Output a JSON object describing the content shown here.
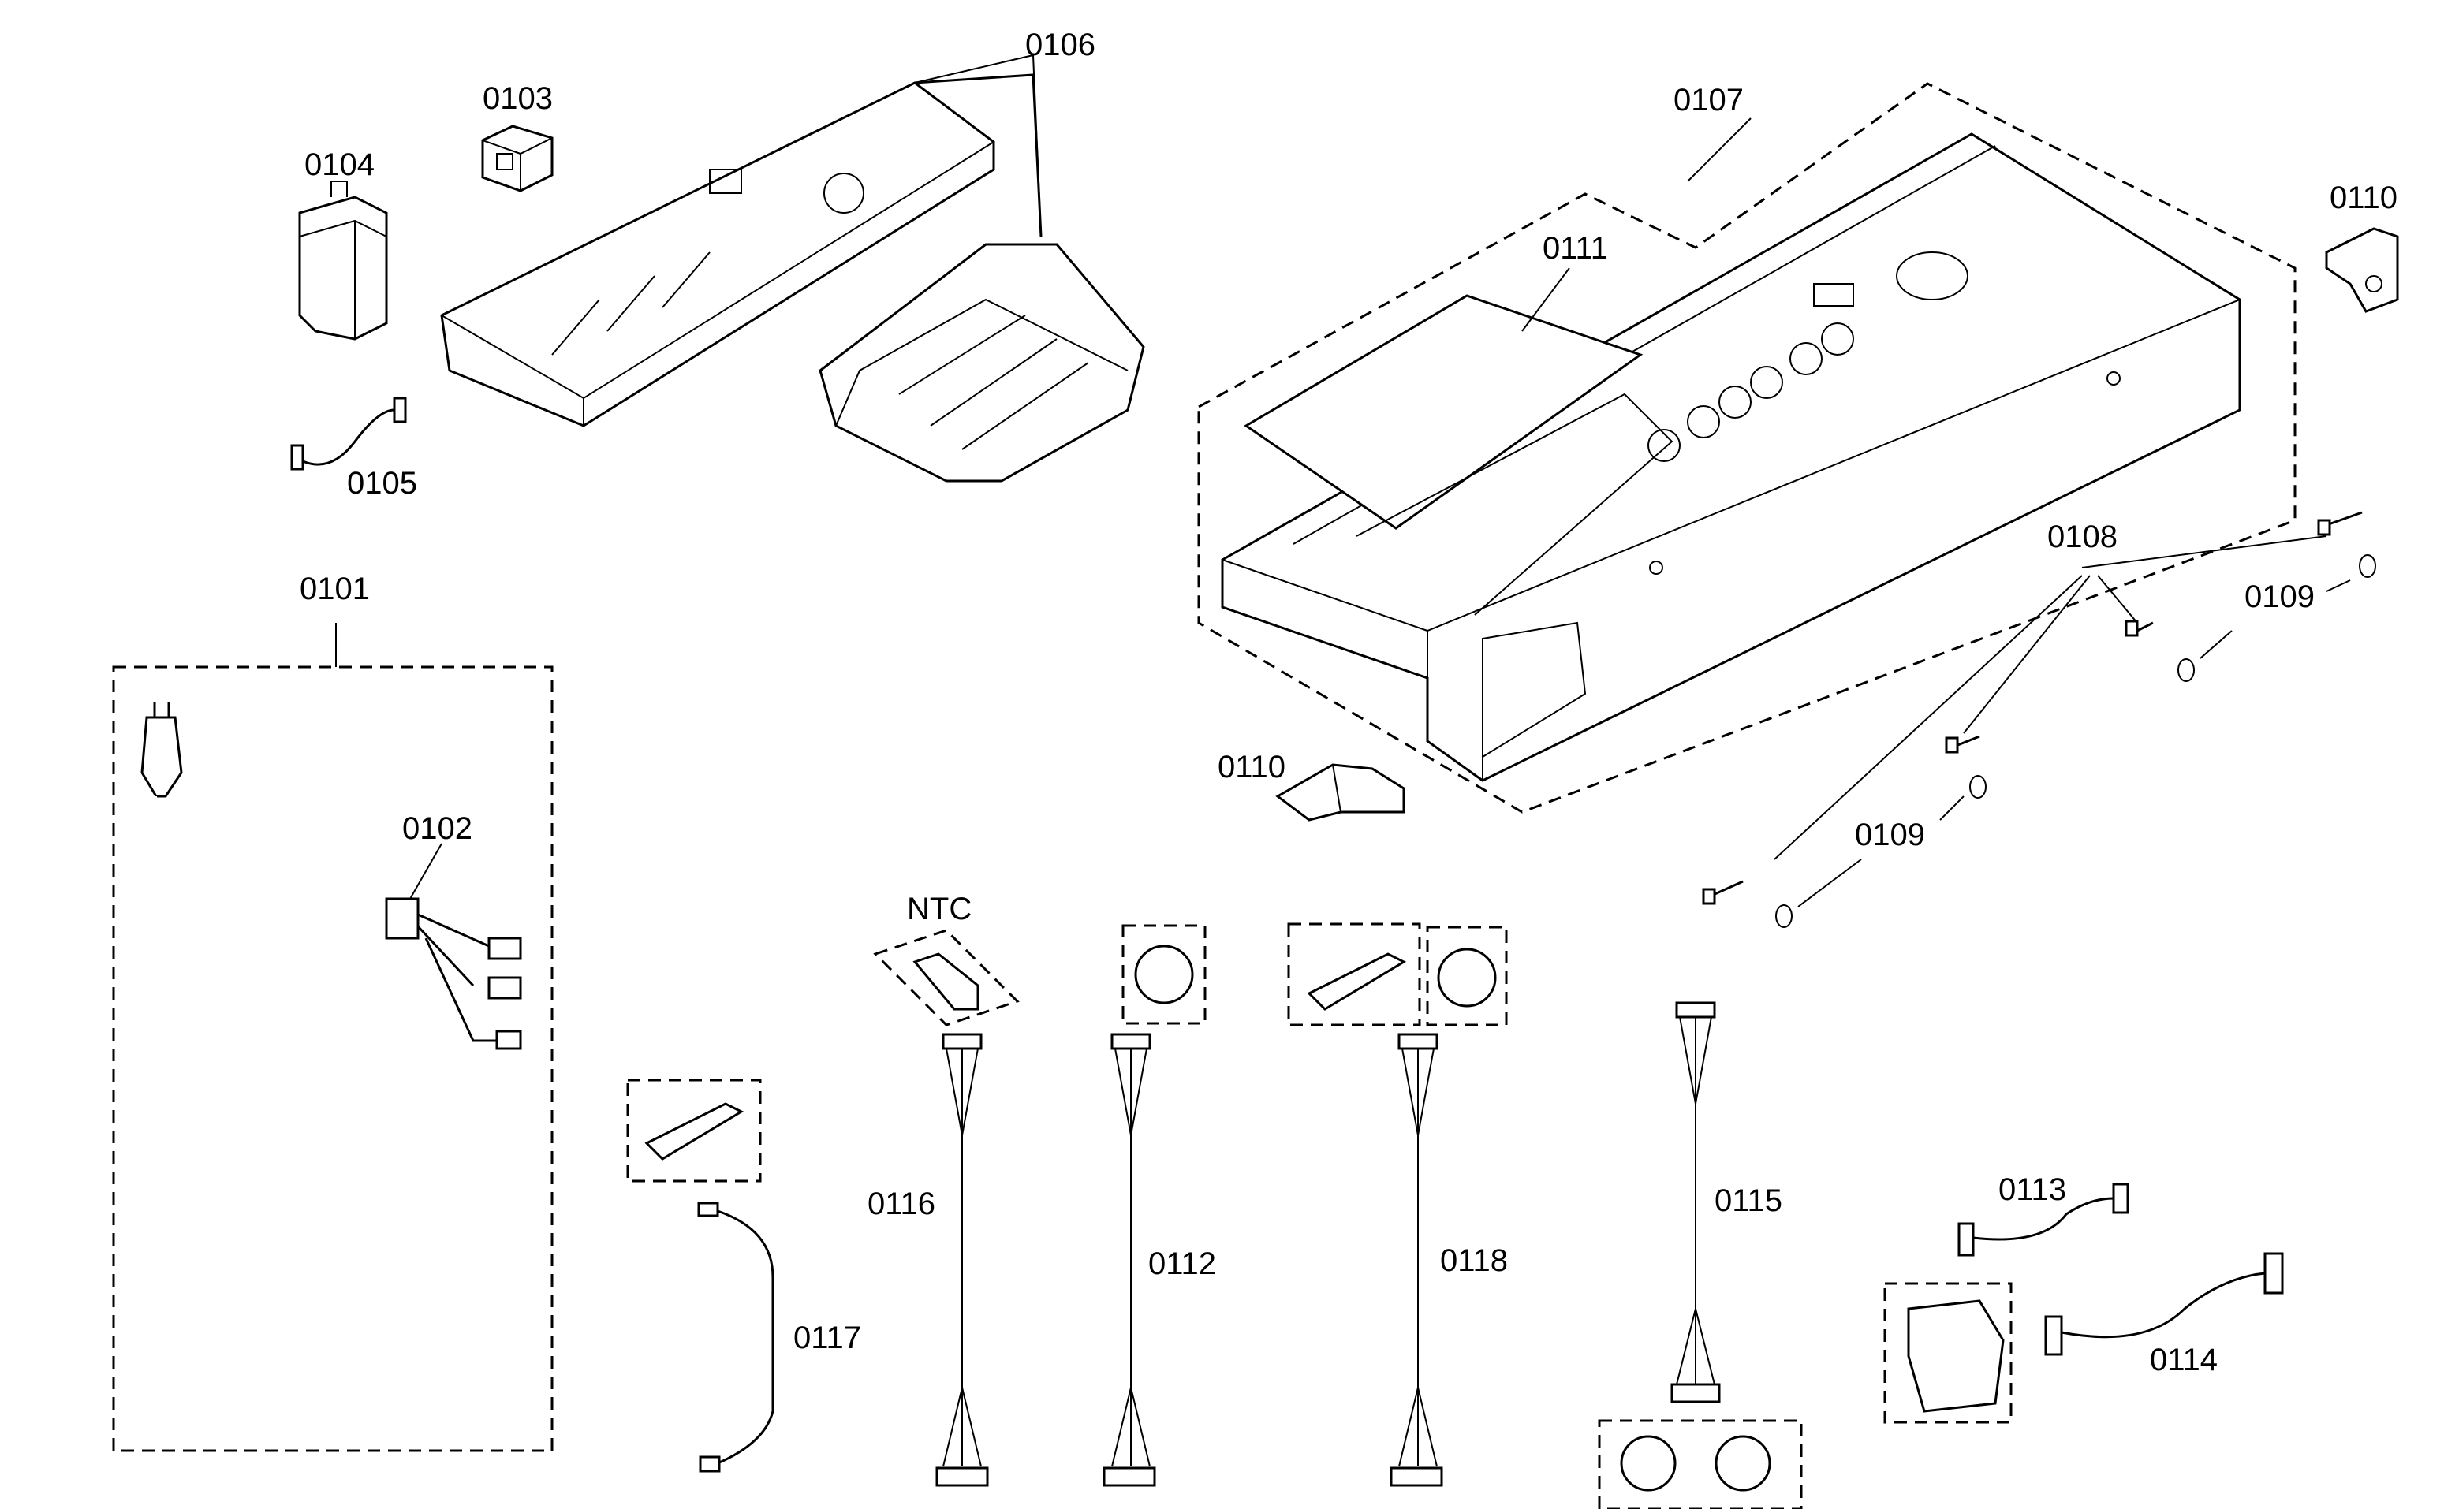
{
  "diagram": {
    "type": "exploded parts diagram",
    "labels": {
      "p0101": "0101",
      "p0102": "0102",
      "p0103": "0103",
      "p0104": "0104",
      "p0105": "0105",
      "p0106": "0106",
      "p0107": "0107",
      "p0108": "0108",
      "p0109a": "0109",
      "p0109b": "0109",
      "p0110a": "0110",
      "p0110b": "0110",
      "p0111": "0111",
      "p0112": "0112",
      "p0113": "0113",
      "p0114": "0114",
      "p0115": "0115",
      "p0116": "0116",
      "p0117": "0117",
      "p0118": "0118",
      "ntc": "NTC"
    },
    "colors": {
      "line": "#000000",
      "background": "#ffffff"
    }
  }
}
